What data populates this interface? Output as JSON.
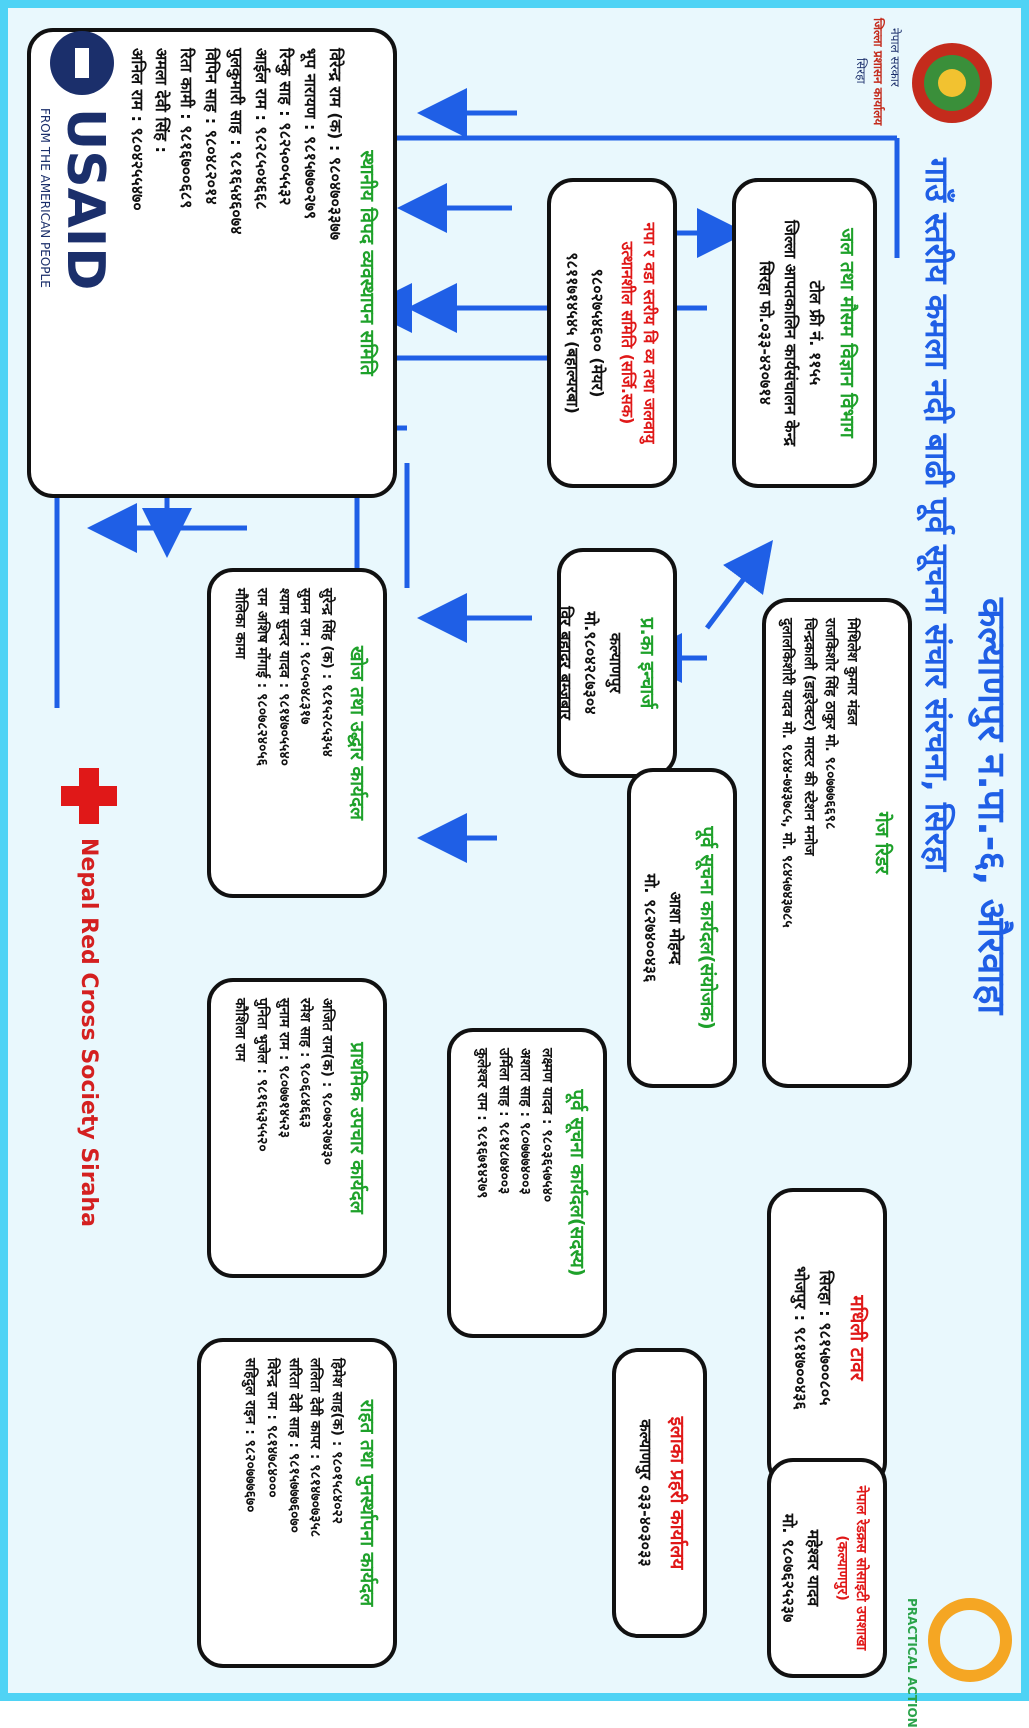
{
  "header": {
    "title": "कल्याणपुर न.पा.-६, औरवाहा",
    "subtitle": "गाउँ स्तरीय कमला नदी बाढी पूर्व सूचना संचार संरचना, सिरहा"
  },
  "logos": {
    "gov_office_line1": "नेपाल सरकार",
    "gov_office_line2": "जिल्ला प्रशासन कार्यालय",
    "gov_office_line3": "सिरहा",
    "red_cross_text": "Nepal Red Cross Society Siraha",
    "usaid_text": "USAID",
    "usaid_tagline": "FROM THE AMERICAN PEOPLE",
    "practical_action_text": "PRACTICAL ACTION"
  },
  "colors": {
    "arrow": "#1f5fe6",
    "head_green": "#1ea12a",
    "head_red": "#e01818",
    "title_blue": "#1f5fe6",
    "frame": "#4fd3f5"
  },
  "boxes": {
    "hydro": {
      "head": "जल तथा मौसम विज्ञान विभाग",
      "lines": [
        "टोल फ्री नं. ११५५",
        "जिल्ला आपतकालिन कार्यसंचालन केन्द्र",
        "सिरहा फो.०३३-४२०७१४"
      ]
    },
    "gauge": {
      "head": "गेज रिडर",
      "lines": [
        "मिथिलेश कुमार मंडल",
        "राजकिशोर सिंह ठाकुर मो. ९८०७७७६६९८",
        "चिन्द्रकाली (डाइरेक्टर) मास्टर की स्टेशन मनोज",
        "दुलालकिशोरी यादव मो. ९८४४-७४३७८५, मो. ९८४५७४३७८५"
      ]
    },
    "maithili": {
      "head": "मधिली टावर",
      "lines": [
        "सिरहा : ९८१५७००८०५",
        "भोजपुर : ९८१४७००४३६"
      ]
    },
    "fm": {
      "head": "नेपाल रेडक्रस सोसाइटी उपशाखा (कल्याणपुर)",
      "lines": [
        "महेश्वर यादव",
        "मो. ९८०७६२५२३७"
      ]
    },
    "police_area": {
      "head": "इलाका प्रहरी कार्यालय",
      "lines": [
        "कल्याणपुर ०३३-४०३०३३"
      ]
    },
    "police_post": {
      "head": "प्र.का इन्चार्ज",
      "lines": [
        "कल्याणपुर",
        "मो.९८०४२८७३०४",
        "विर बहादुर बम्जुबार"
      ]
    },
    "ward": {
      "head": "नपा र वडा स्तरीय वि व्य तथा जलवायु उत्थानशील समिति (सर्जि.सक)",
      "lines": [
        "९८०२७५४६०० (मेयर)",
        "९८११७१४५४५ (बहाल्यरबा)"
      ]
    },
    "coord": {
      "head": "पूर्व सूचना कार्यदल(संयोजक)",
      "lines": [
        "आशा मोहम्द",
        "मो. ९८२७४००४३६"
      ]
    },
    "warning_team": {
      "head": "पूर्व सूचना कार्यदल(सदस्य)",
      "lines": [
        "लक्ष्मण यादव : ९८०३६५७५४०",
        "अशारा साह : ९८०७७७४००३",
        "उर्मिला साह : ९८१४८७४००३",
        "कुलेश्वर राम : ९८१६७१४२७९"
      ]
    },
    "committee": {
      "head": "स्थानीय विपद व्यवस्थापन समिति",
      "lines": [
        "विरेन्द्र राम (क) : ९८०४७०३३७७",
        "भूप नारायण : ९८१५७७०२७९",
        "रिन्कु साह : ९८२५००५५३२",
        "आईल राम : ९८२८५०४६६८",
        "पुलकुमारी साह : ९८१६५४६०७४",
        "विपिन साह : ९८०४८२०१४",
        "रिता कामी : ९८१६७००६८९",
        "अमला देवी सिंह :",
        "अनिल राम : ९८०४२५५४७०"
      ]
    },
    "search": {
      "head": "खोज तथा उद्धार कार्यदल",
      "lines": [
        "सुरेन्द्र सिंह (क) : ९८१५२८५३५४",
        "सुमन राम : ९८०५०४८३१७",
        "श्याम सुन्दर यादव : ९८१४७०५५४०",
        "राम अशिष मोंगाई : ९८०७८२४०५६",
        "मौलिका कामा"
      ]
    },
    "firstaid": {
      "head": "प्राथमिक उपचार कार्यदल",
      "lines": [
        "अजित राम(क) : ९८०७२२७४३०",
        "रमेश साह : ९८०६८४६६३",
        "सुनाम राम : ९८०७७१४५२३",
        "पुनिता भुजेल : ९८१६५३५५२०",
        "कौशिला राम"
      ]
    },
    "relief": {
      "head": "राहत तथा पुनर्स्थापना कार्यदल",
      "lines": [
        "हिमेश साह(क) : ९८०१५८४०२२",
        "ललिता देवी कापर : ९८१४७०७३५८",
        "सरिता देवी साह : ९८१५७७७६०७०",
        "विरेन्द्र राम : ९८१४७८४०००",
        "सहिदुल राइन : ९८२०७७७६७०"
      ]
    }
  }
}
